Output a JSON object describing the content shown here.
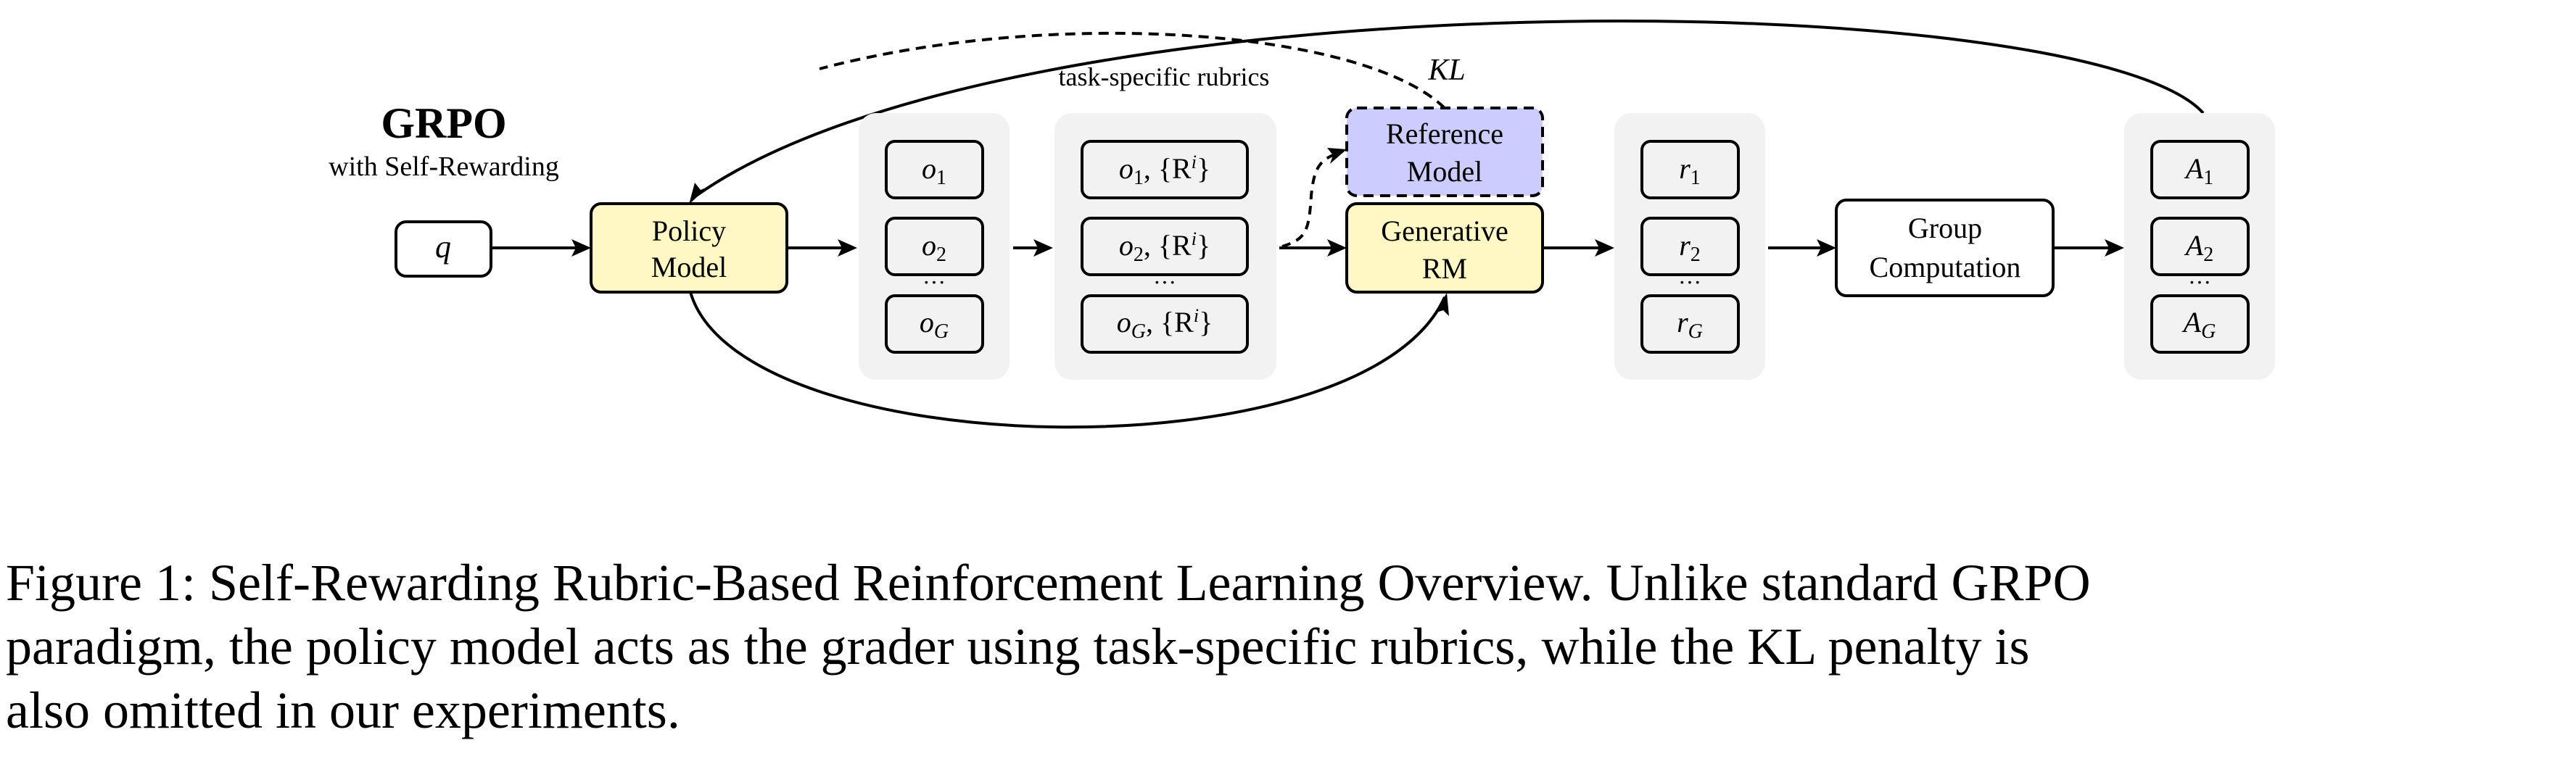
{
  "diagram": {
    "title": "GRPO",
    "subtitle": "with Self-Rewarding",
    "rubrics_label": "task-specific rubrics",
    "kl_label": "KL",
    "colors": {
      "model_fill": "#fff8c4",
      "reference_fill": "#ccccff",
      "panel_fill": "#f2f2f2",
      "stroke": "#000000"
    },
    "nodes": {
      "query": "q",
      "policy_model": [
        "Policy",
        "Model"
      ],
      "reference_model": [
        "Reference",
        "Model"
      ],
      "generative_rm": [
        "Generative",
        "RM"
      ],
      "group_computation": [
        "Group",
        "Computation"
      ]
    },
    "outputs": [
      {
        "base": "o",
        "sub": "1"
      },
      {
        "base": "o",
        "sub": "2"
      },
      {
        "base": "o",
        "sub": "G"
      }
    ],
    "rubric_outputs": [
      {
        "base": "o",
        "sub": "1",
        "suffix": ", {R",
        "sup": "i",
        "close": "}"
      },
      {
        "base": "o",
        "sub": "2",
        "suffix": ", {R",
        "sup": "i",
        "close": "}"
      },
      {
        "base": "o",
        "sub": "G",
        "suffix": ", {R",
        "sup": "i",
        "close": "}"
      }
    ],
    "rewards": [
      {
        "base": "r",
        "sub": "1"
      },
      {
        "base": "r",
        "sub": "2"
      },
      {
        "base": "r",
        "sub": "G"
      }
    ],
    "advantages": [
      {
        "base": "A",
        "sub": "1"
      },
      {
        "base": "A",
        "sub": "2"
      },
      {
        "base": "A",
        "sub": "G"
      }
    ],
    "ellipsis": "···"
  },
  "caption": {
    "lines": [
      "Figure 1: Self-Rewarding Rubric-Based Reinforcement Learning Overview. Unlike standard GRPO",
      "paradigm, the policy model acts as the grader using task-specific rubrics, while the KL penalty is",
      "also omitted in our experiments."
    ]
  }
}
